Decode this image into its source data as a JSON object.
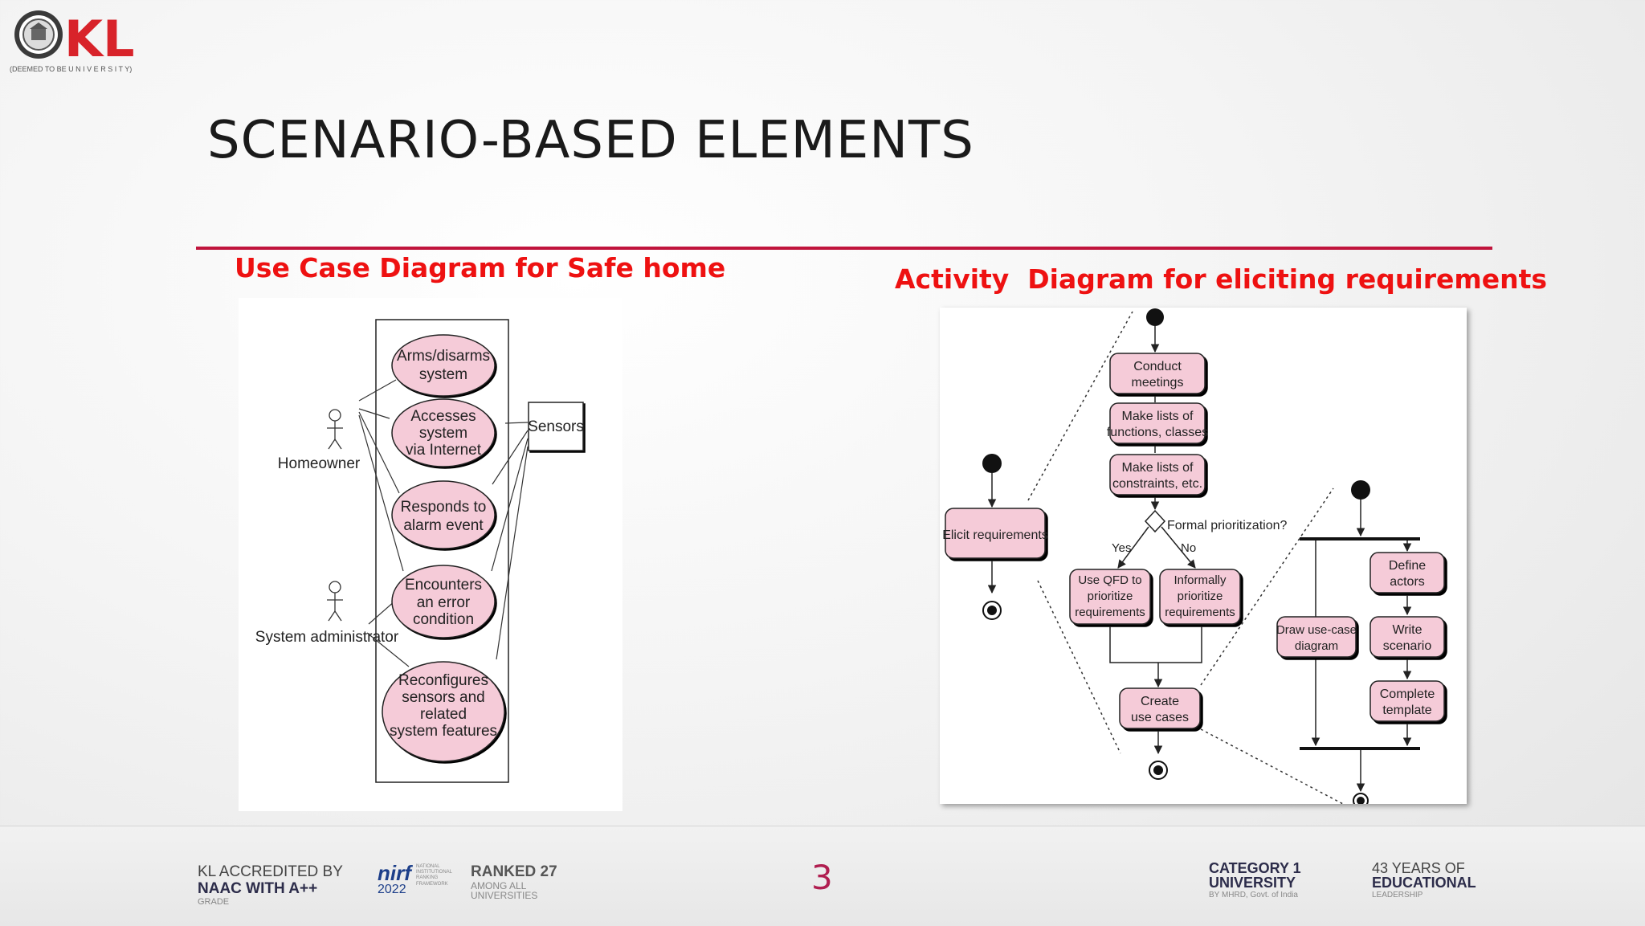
{
  "header": {
    "logo_text": "KL",
    "logo_tagline": "(DEEMED TO BE U N I V E R S I T Y)"
  },
  "slide": {
    "title": "SCENARIO-BASED ELEMENTS",
    "left_caption": "Use Case Diagram for Safe home",
    "right_caption": "Activity  Diagram for eliciting requirements",
    "page_number": "3"
  },
  "use_case_diagram": {
    "actors": [
      "Homeowner",
      "System administrator"
    ],
    "external_actor": "Sensors",
    "use_cases": [
      [
        "Arms/disarms",
        "system"
      ],
      [
        "Accesses",
        "system",
        "via Internet"
      ],
      [
        "Responds to",
        "alarm event"
      ],
      [
        "Encounters",
        "an error",
        "condition"
      ],
      [
        "Reconfigures",
        "sensors and",
        "related",
        "system features"
      ]
    ]
  },
  "activity_diagram": {
    "main": "Elicit requirements",
    "steps": [
      [
        "Conduct",
        "meetings"
      ],
      [
        "Make lists of",
        "functions, classes"
      ],
      [
        "Make lists of",
        "constraints, etc."
      ]
    ],
    "decision": "Formal prioritization?",
    "guard_yes": "Yes",
    "guard_no": "No",
    "branch_yes": [
      "Use QFD to",
      "prioritize",
      "requirements"
    ],
    "branch_no": [
      "Informally",
      "prioritize",
      "requirements"
    ],
    "create": [
      "Create",
      "use cases"
    ],
    "draw": [
      "Draw use-case",
      "diagram"
    ],
    "parallel": [
      [
        "Define",
        "actors"
      ],
      [
        "Write",
        "scenario"
      ],
      [
        "Complete",
        "template"
      ]
    ]
  },
  "footer": {
    "naac": {
      "l1": "KL ACCREDITED BY",
      "l2": "NAAC WITH A++",
      "l3": "GRADE"
    },
    "nirf": {
      "logo": "nirf",
      "year": "2022",
      "framework": "NATIONAL INSTITUTIONAL RANKING FRAMEWORK",
      "l1": "RANKED 27",
      "l2": "AMONG ALL",
      "l3": "UNIVERSITIES"
    },
    "category": {
      "l1": "CATEGORY 1",
      "l2": "UNIVERSITY",
      "l3": "BY MHRD, Govt. of India"
    },
    "years": {
      "l1": "43 YEARS OF",
      "l2": "EDUCATIONAL",
      "l3": "LEADERSHIP"
    }
  },
  "colors": {
    "accent_line": "#c0143c",
    "caption": "#ee1111",
    "node_fill": "#f5cbd8",
    "brand_red": "#d8232a"
  }
}
